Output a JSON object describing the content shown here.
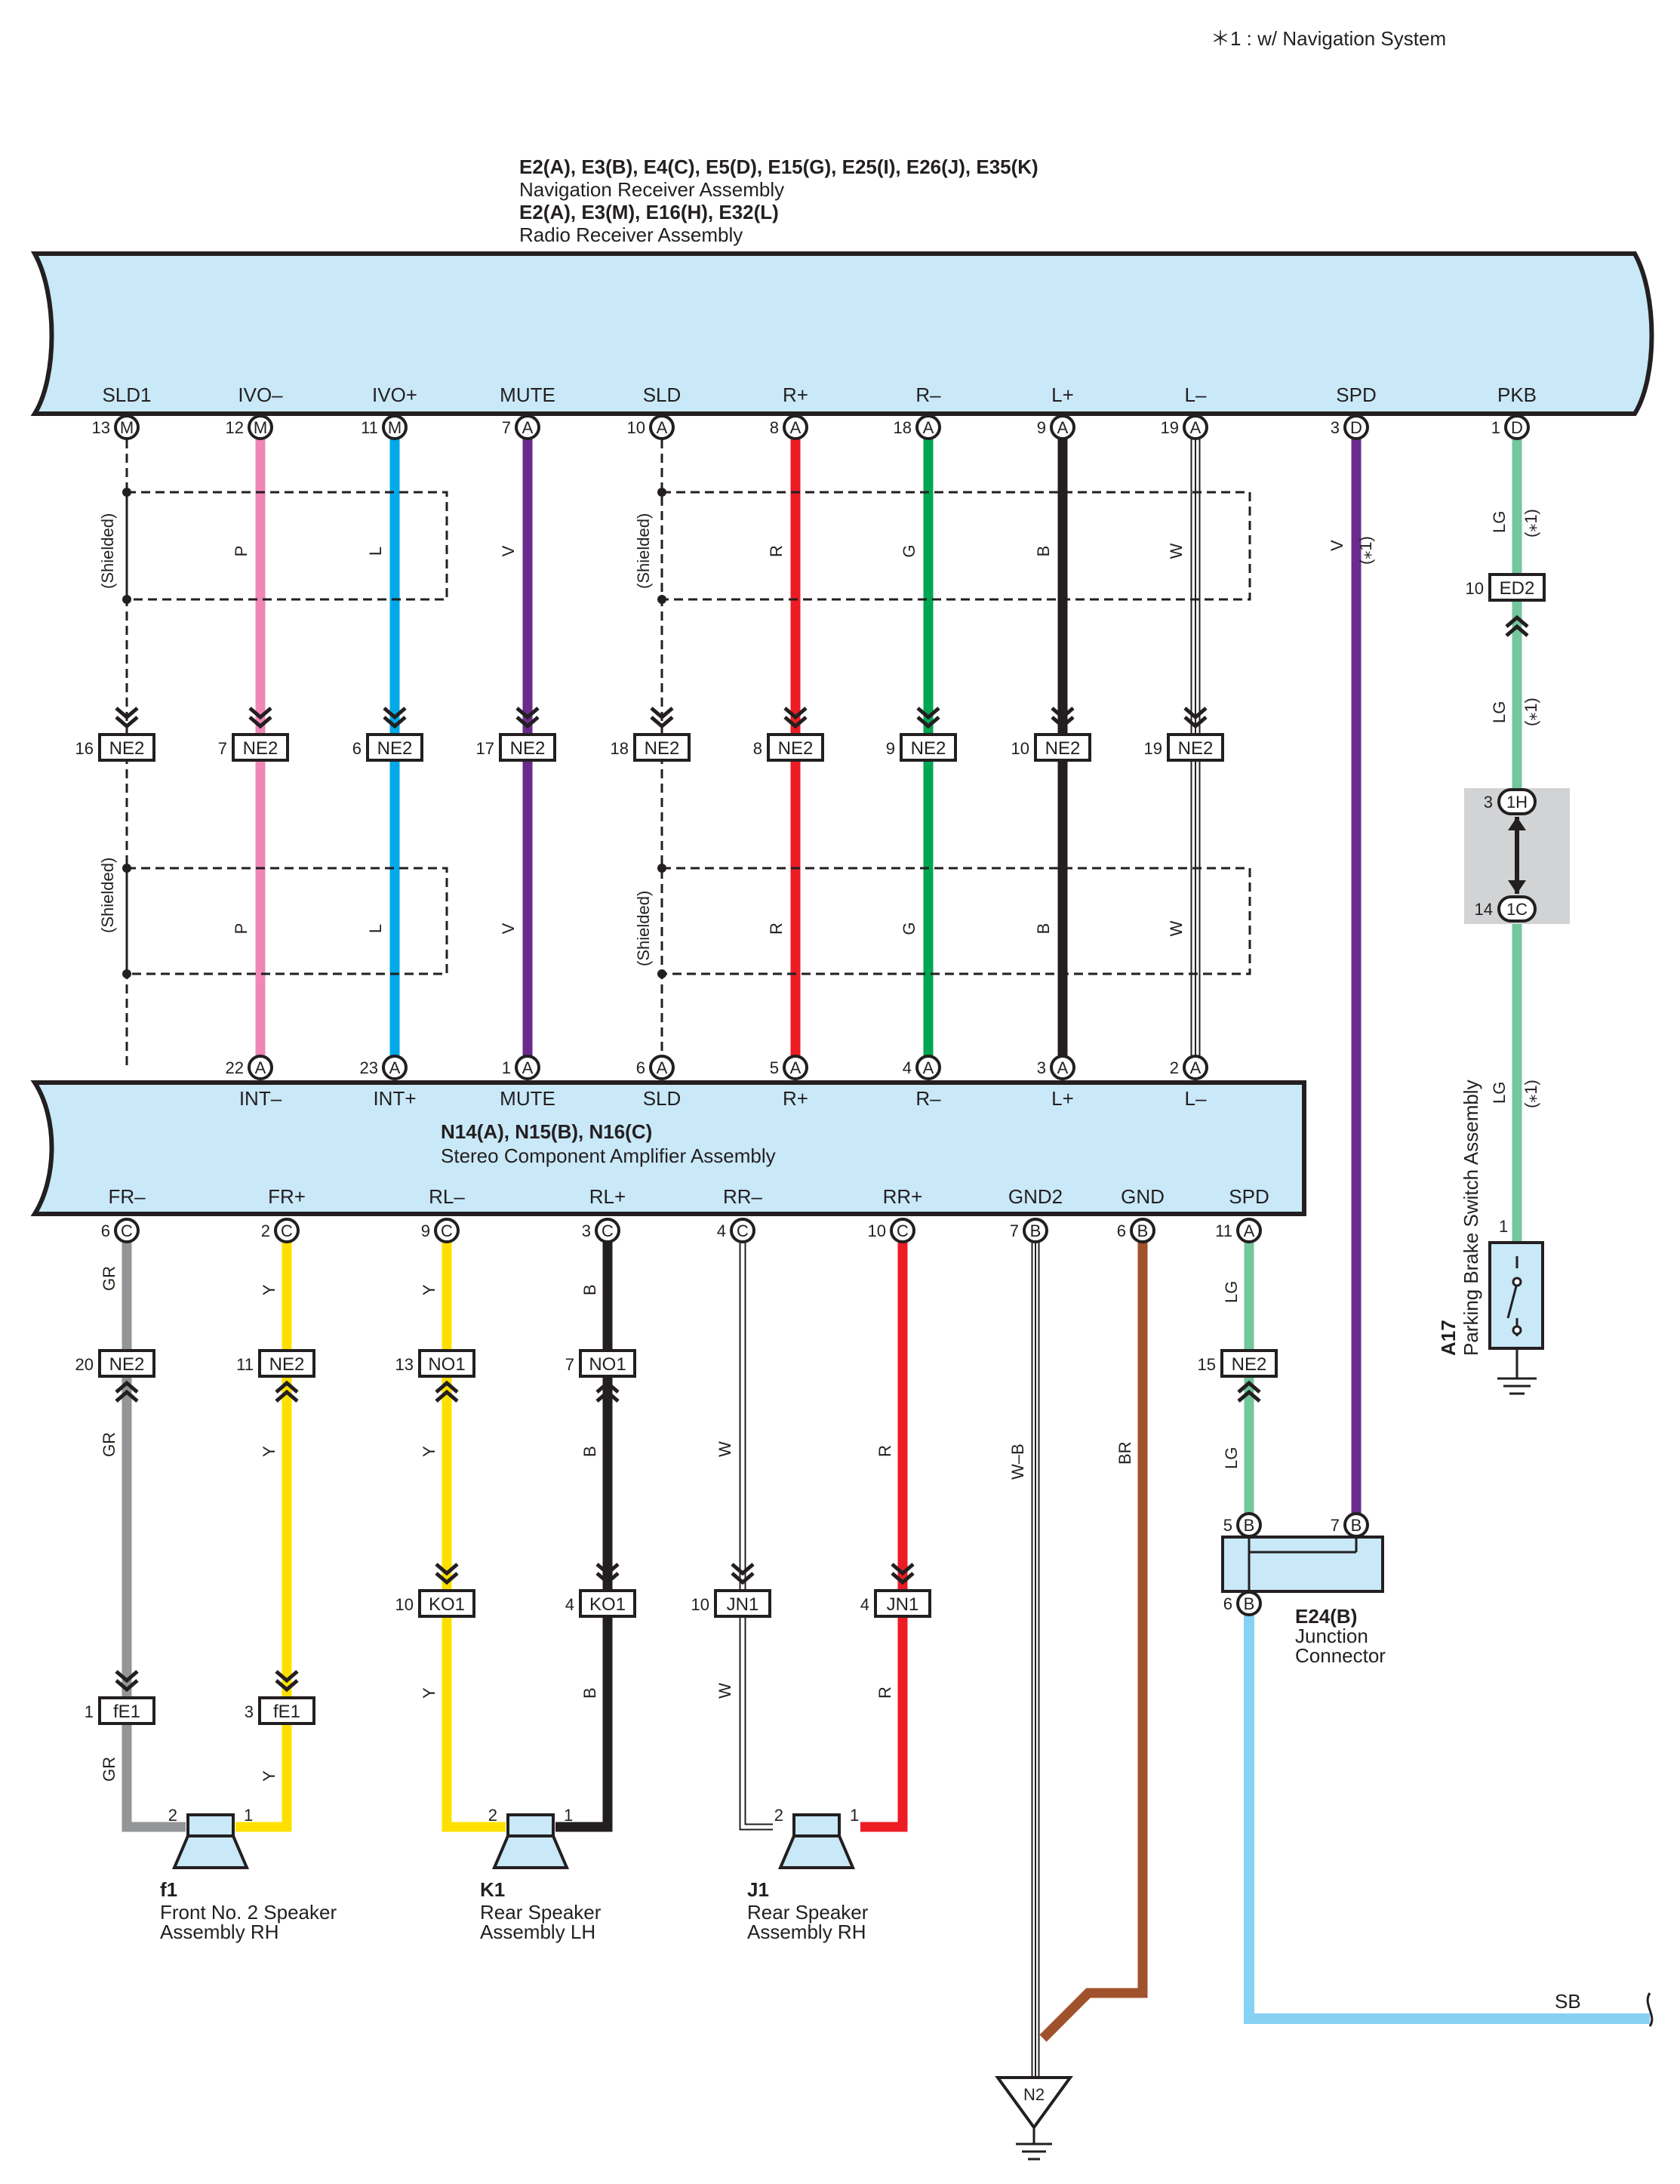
{
  "footnote": "＊1 : w/ Navigation System",
  "footnote_mark": "＊1",
  "shielded_label": "(Shielded)",
  "colors": {
    "P": "#ef86b6",
    "L": "#00a9e8",
    "V": "#6a2b8d",
    "R": "#ed1c24",
    "G": "#00a651",
    "B": "#231f20",
    "W": "#ffffff",
    "LG": "#74c69d",
    "GR": "#939598",
    "Y": "#fde000",
    "BR": "#a0522d",
    "SB": "#87d1f5",
    "WB": "#ffffff",
    "component_fill": "#c9e8f8"
  },
  "nav": {
    "line1": "E2(A), E3(B), E4(C), E5(D), E15(G), E25(I), E26(J), E35(K)",
    "line2": "Navigation Receiver Assembly",
    "line3": "E2(A), E3(M), E16(H), E32(L)",
    "line4": "Radio Receiver Assembly",
    "pins": [
      {
        "name": "SLD1",
        "num": "13",
        "conn": "M"
      },
      {
        "name": "IVO–",
        "num": "12",
        "conn": "M"
      },
      {
        "name": "IVO+",
        "num": "11",
        "conn": "M"
      },
      {
        "name": "MUTE",
        "num": "7",
        "conn": "A"
      },
      {
        "name": "SLD",
        "num": "10",
        "conn": "A"
      },
      {
        "name": "R+",
        "num": "8",
        "conn": "A"
      },
      {
        "name": "R–",
        "num": "18",
        "conn": "A"
      },
      {
        "name": "L+",
        "num": "9",
        "conn": "A"
      },
      {
        "name": "L–",
        "num": "19",
        "conn": "A"
      },
      {
        "name": "SPD",
        "num": "3",
        "conn": "D"
      },
      {
        "name": "PKB",
        "num": "1",
        "conn": "D"
      }
    ]
  },
  "wire_labels_upper": [
    "P",
    "L",
    "V",
    "R",
    "G",
    "B",
    "W",
    "V",
    "LG",
    "LG",
    "LG"
  ],
  "ne2_upper": [
    {
      "num": "16",
      "label": "NE2"
    },
    {
      "num": "7",
      "label": "NE2"
    },
    {
      "num": "6",
      "label": "NE2"
    },
    {
      "num": "17",
      "label": "NE2"
    },
    {
      "num": "18",
      "label": "NE2"
    },
    {
      "num": "8",
      "label": "NE2"
    },
    {
      "num": "9",
      "label": "NE2"
    },
    {
      "num": "10",
      "label": "NE2"
    },
    {
      "num": "19",
      "label": "NE2"
    }
  ],
  "ed2": {
    "num": "10",
    "label": "ED2"
  },
  "pkb_connectors": {
    "top_num": "3",
    "top_label": "1H",
    "bottom_num": "14",
    "bottom_label": "1C"
  },
  "amp": {
    "title": "N14(A), N15(B), N16(C)",
    "subtitle": "Stereo Component Amplifier Assembly",
    "top_pins": [
      {
        "name": "INT–",
        "num": "22",
        "conn": "A"
      },
      {
        "name": "INT+",
        "num": "23",
        "conn": "A"
      },
      {
        "name": "MUTE",
        "num": "1",
        "conn": "A"
      },
      {
        "name": "SLD",
        "num": "6",
        "conn": "A"
      },
      {
        "name": "R+",
        "num": "5",
        "conn": "A"
      },
      {
        "name": "R–",
        "num": "4",
        "conn": "A"
      },
      {
        "name": "L+",
        "num": "3",
        "conn": "A"
      },
      {
        "name": "L–",
        "num": "2",
        "conn": "A"
      }
    ],
    "bottom_pins": [
      {
        "name": "FR–",
        "num": "6",
        "conn": "C"
      },
      {
        "name": "FR+",
        "num": "2",
        "conn": "C"
      },
      {
        "name": "RL–",
        "num": "9",
        "conn": "C"
      },
      {
        "name": "RL+",
        "num": "3",
        "conn": "C"
      },
      {
        "name": "RR–",
        "num": "4",
        "conn": "C"
      },
      {
        "name": "RR+",
        "num": "10",
        "conn": "C"
      },
      {
        "name": "GND2",
        "num": "7",
        "conn": "B"
      },
      {
        "name": "GND",
        "num": "6",
        "conn": "B"
      },
      {
        "name": "SPD",
        "num": "11",
        "conn": "A"
      }
    ]
  },
  "lower_wire_labels": [
    "GR",
    "Y",
    "Y",
    "B",
    "W",
    "R",
    "W–B",
    "BR",
    "LG"
  ],
  "mid_connectors": [
    {
      "num": "20",
      "label": "NE2"
    },
    {
      "num": "11",
      "label": "NE2"
    },
    {
      "num": "13",
      "label": "NO1"
    },
    {
      "num": "7",
      "label": "NO1"
    },
    {
      "num": "15",
      "label": "NE2"
    }
  ],
  "low_connectors": [
    {
      "num": "10",
      "label": "KO1"
    },
    {
      "num": "4",
      "label": "KO1"
    },
    {
      "num": "10",
      "label": "JN1"
    },
    {
      "num": "4",
      "label": "JN1"
    }
  ],
  "fe1_connectors": [
    {
      "num": "1",
      "label": "fE1"
    },
    {
      "num": "3",
      "label": "fE1"
    }
  ],
  "speakers": [
    {
      "id": "f1",
      "line1": "Front No. 2 Speaker",
      "line2": "Assembly RH",
      "pin_left": "2",
      "pin_right": "1"
    },
    {
      "id": "K1",
      "line1": "Rear Speaker",
      "line2": "Assembly LH",
      "pin_left": "2",
      "pin_right": "1"
    },
    {
      "id": "J1",
      "line1": "Rear Speaker",
      "line2": "Assembly RH",
      "pin_left": "2",
      "pin_right": "1"
    }
  ],
  "junction": {
    "id": "E24(B)",
    "line1": "Junction",
    "line2": "Connector",
    "pin_in_left": "5",
    "pin_in_right": "7",
    "pin_out": "6",
    "conn": "B"
  },
  "switch": {
    "id": "A17",
    "name": "Parking Brake Switch Assembly",
    "pin": "1"
  },
  "ground": {
    "label": "N2"
  },
  "sb_label": "SB"
}
